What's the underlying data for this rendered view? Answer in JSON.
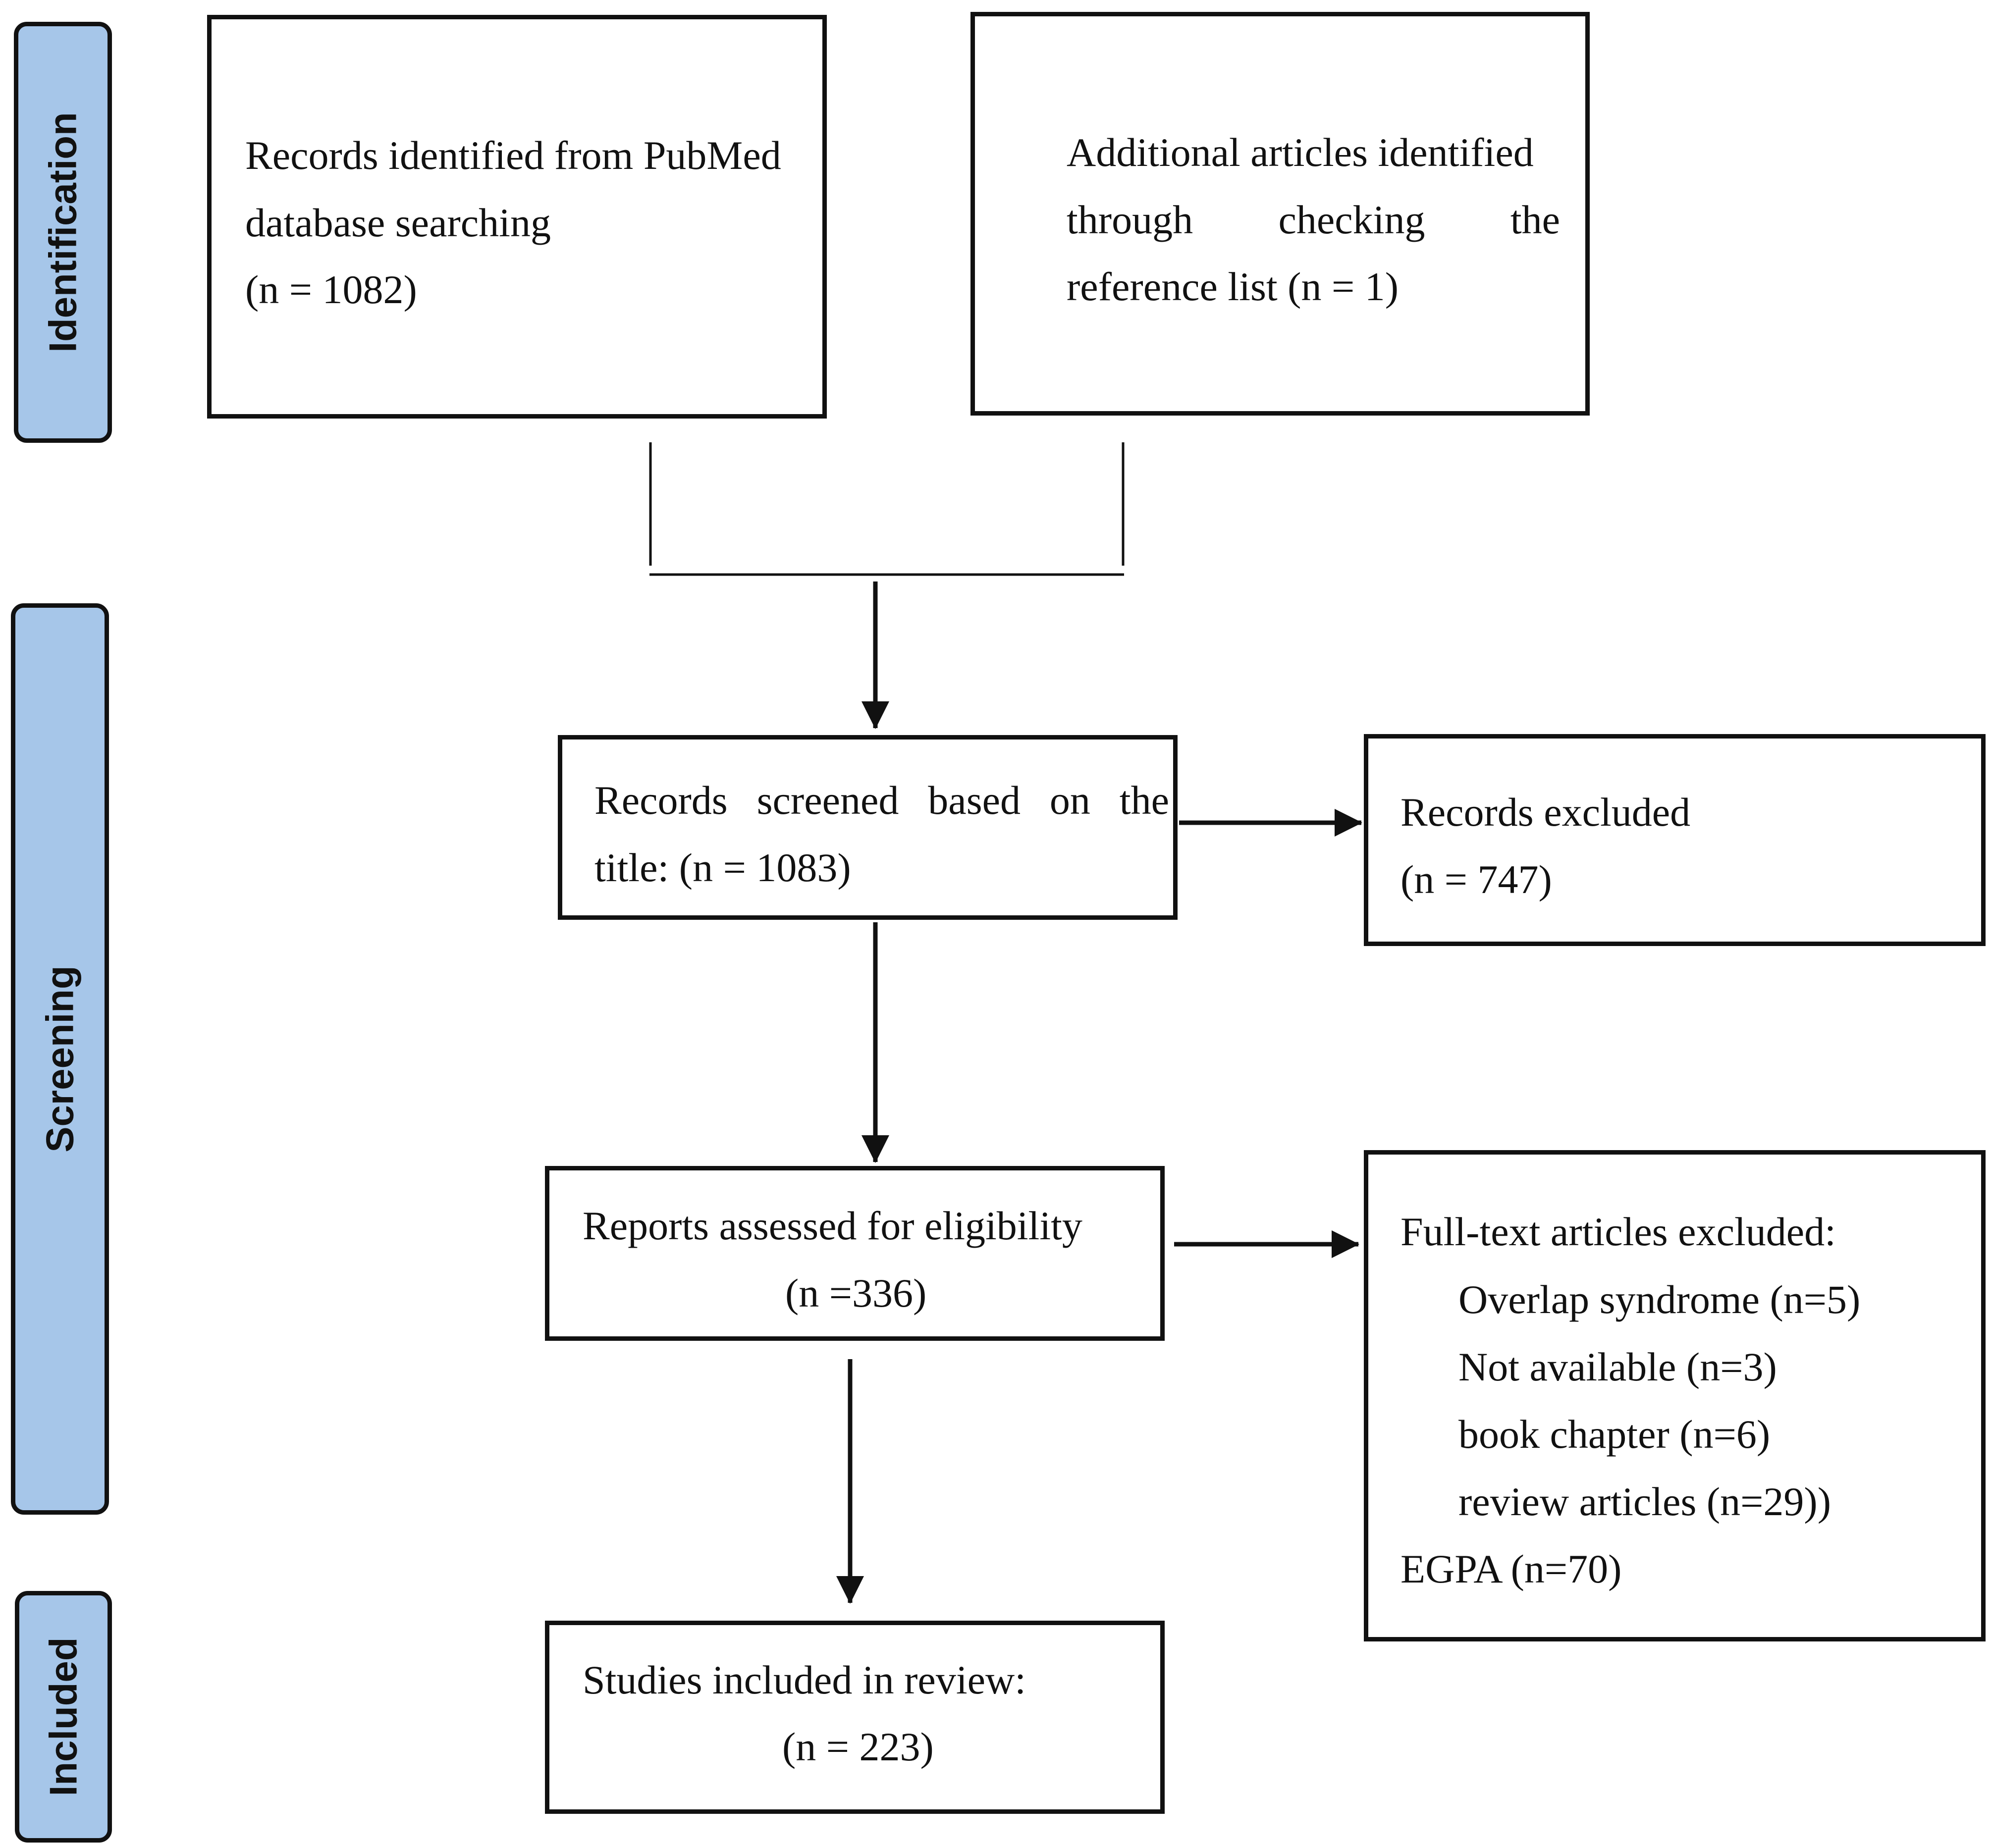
{
  "stages": {
    "identification": "Identification",
    "screening": "Screening",
    "included": "Included"
  },
  "identification": {
    "pubmed": {
      "line1": "Records identified from PubMed",
      "line2": "database searching",
      "line3": "(n = 1082)"
    },
    "additional": {
      "line1": "Additional articles identified",
      "line2_words": [
        "through",
        "checking",
        "the"
      ],
      "line3": "reference list (n = 1)"
    }
  },
  "screening": {
    "screened": {
      "line1_words": [
        "Records",
        "screened",
        "based",
        "on",
        "the"
      ],
      "line2": "title: (n = 1083)"
    },
    "excluded": {
      "line1": "Records excluded",
      "line2": "(n = 747)"
    },
    "eligibility": {
      "line1": "Reports assessed for eligibility",
      "line2": "(n =336)"
    },
    "fulltext_excluded": {
      "heading": "Full-text articles excluded:",
      "items": [
        "Overlap syndrome (n=5)",
        "Not available (n=3)",
        "book chapter (n=6)",
        "review articles (n=29))"
      ],
      "last": "EGPA (n=70)"
    }
  },
  "included": {
    "studies": {
      "line1": "Studies included in review:",
      "line2": "(n = 223)"
    }
  },
  "colors": {
    "stage_fill": "#a6c6e9",
    "stroke": "#111111"
  }
}
